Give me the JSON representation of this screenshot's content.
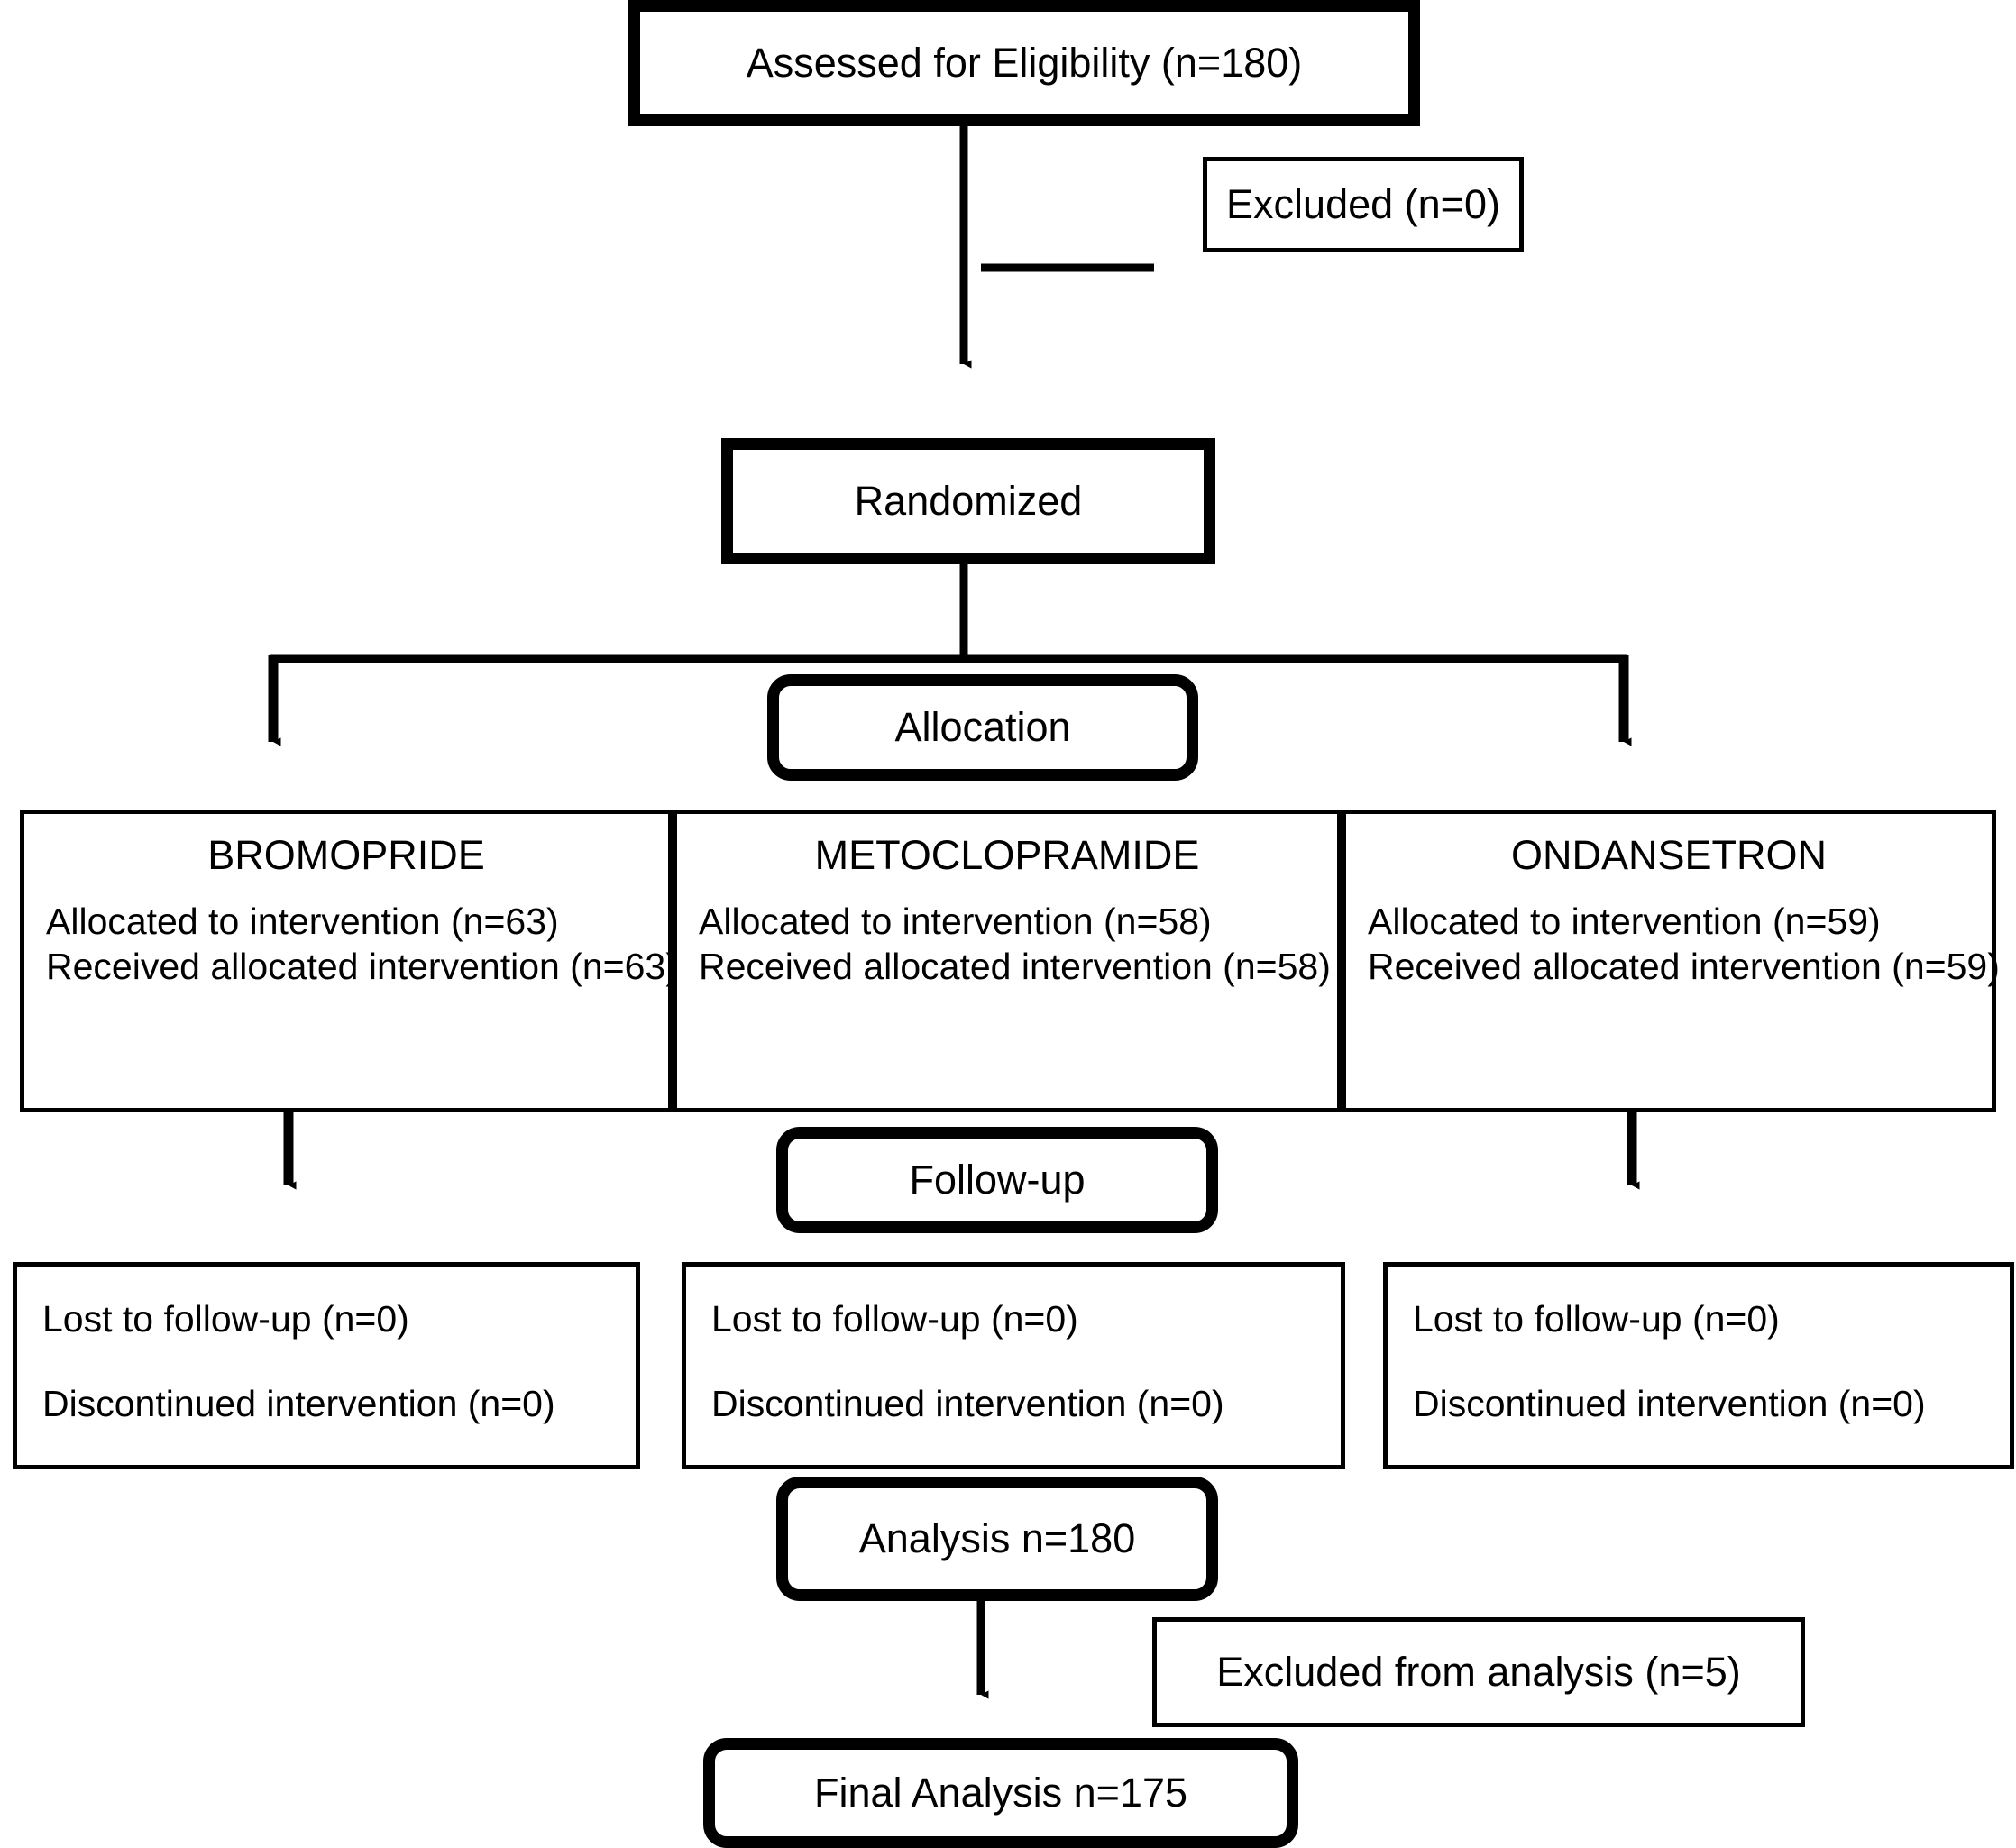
{
  "diagram": {
    "kind": "consort-flow-diagram",
    "ink_color": "#000000",
    "background_color": "#ffffff"
  },
  "enrollment": {
    "assessed_label": "Assessed for Eligibility (n=180)",
    "excluded_label": "Excluded (n=0)",
    "randomized_label": "Randomized"
  },
  "stages": {
    "allocation_label": "Allocation",
    "followup_label": "Follow-up"
  },
  "allocation": {
    "groups": [
      {
        "title": "BROMOPRIDE",
        "lines": [
          "Allocated to intervention (n=63)",
          "Received allocated intervention (n=63)"
        ]
      },
      {
        "title": "METOCLOPRAMIDE",
        "lines": [
          "Allocated to intervention (n=58)",
          "Received allocated intervention (n=58)"
        ]
      },
      {
        "title": "ONDANSETRON",
        "lines": [
          "Allocated to intervention (n=59)",
          "Received allocated intervention (n=59)"
        ]
      }
    ]
  },
  "followup": {
    "groups": [
      {
        "lines": [
          "Lost to follow-up (n=0)",
          "Discontinued intervention (n=0)"
        ]
      },
      {
        "lines": [
          "Lost to follow-up (n=0)",
          "Discontinued intervention (n=0)"
        ]
      },
      {
        "lines": [
          "Lost to follow-up (n=0)",
          "Discontinued intervention (n=0)"
        ]
      }
    ]
  },
  "analysis": {
    "analysis_label": "Analysis n=180",
    "excluded_from_analysis_label": "Excluded from analysis (n=5)",
    "final_analysis_label": "Final Analysis n=175"
  }
}
